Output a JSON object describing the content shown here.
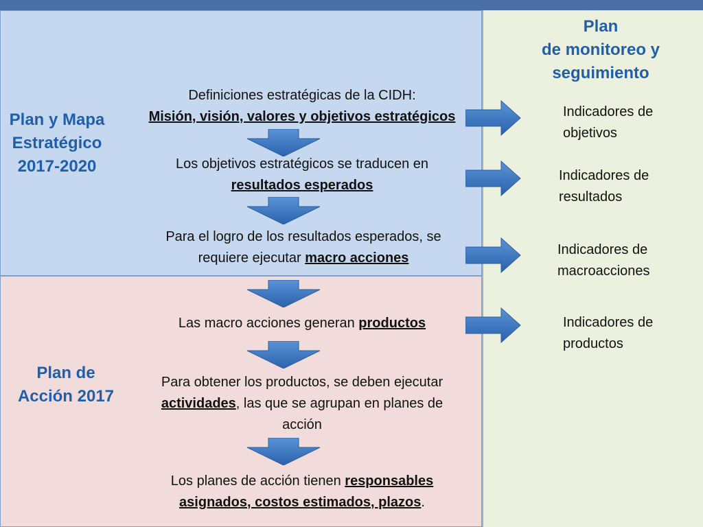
{
  "left_panel": {
    "strategic_title": [
      "Plan y Mapa",
      "Estratégico",
      "2017-2020"
    ],
    "action_title": [
      "Plan de",
      "Acción 2017"
    ]
  },
  "right_panel": {
    "title": [
      "Plan",
      "de monitoreo y",
      "seguimiento"
    ],
    "indicators": [
      [
        "Indicadores de",
        "objetivos"
      ],
      [
        "Indicadores de",
        "resultados"
      ],
      [
        "Indicadores de",
        "macroacciones"
      ],
      [
        "Indicadores de",
        "productos"
      ]
    ]
  },
  "flow": {
    "step1_line1": "Definiciones estratégicas de la CIDH:",
    "step1_line2": "Misión, visión, valores y objetivos estratégicos",
    "step2_line1": "Los objetivos estratégicos se traducen en",
    "step2_line2": "resultados esperados",
    "step3_line1": "Para el logro de los resultados esperados, se",
    "step3_line2_pre": "requiere ejecutar ",
    "step3_line2_key": "macro acciones",
    "step4_pre": "Las macro acciones generan ",
    "step4_key": "productos",
    "step5_line1": "Para obtener los productos, se deben ejecutar",
    "step5_key": "actividades",
    "step5_line2_post": ", las que se agrupan en planes de",
    "step5_line3": "acción",
    "step6_line1_pre": "Los planes de acción tienen ",
    "step6_line1_key": "responsables",
    "step6_line2_key": "asignados, costos estimados, plazos",
    "step6_line2_post": "."
  },
  "colors": {
    "title_blue": "#1f5fa9",
    "arrow_blue": "#3a78c6",
    "strategic_bg": "#c6d8ef",
    "action_bg": "#f2dcdb",
    "monitoring_bg": "#ebf1de",
    "top_bar": "#4a6fa6"
  }
}
